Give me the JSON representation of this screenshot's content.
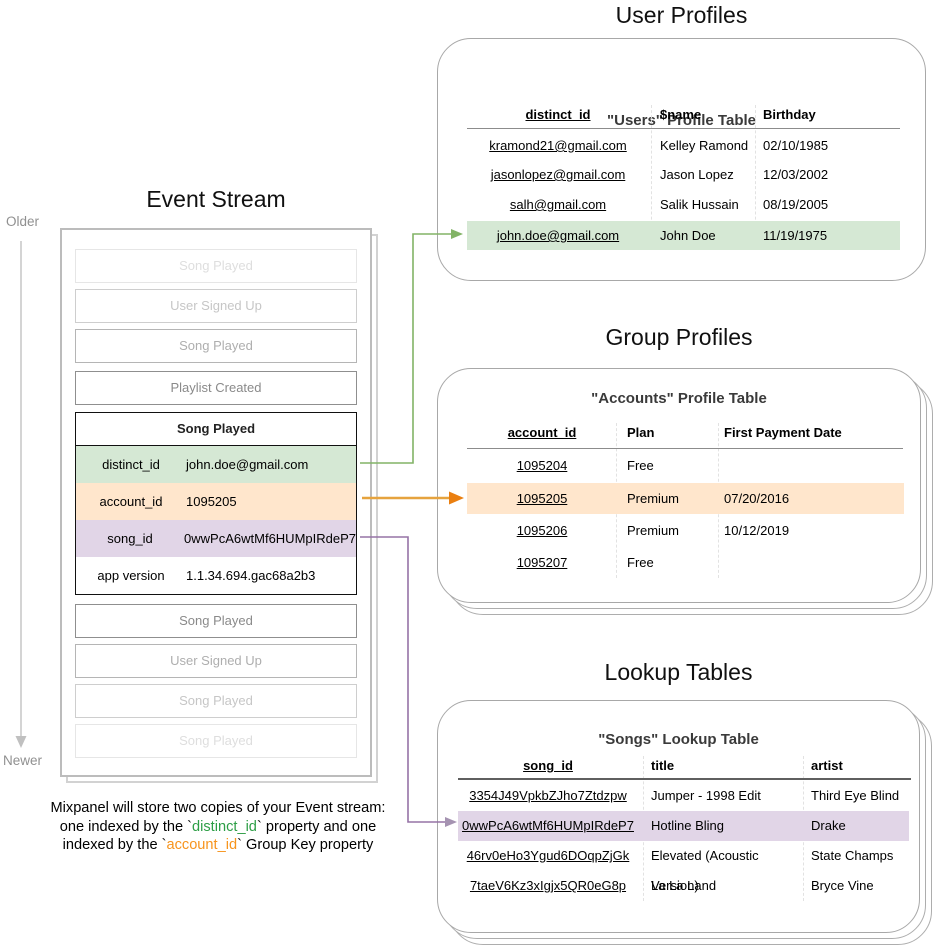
{
  "colors": {
    "green_fill": "#d5e8d4",
    "green_stroke": "#82b366",
    "orange_fill": "#ffe6cc",
    "orange_stroke": "#d79b00",
    "orange_arrowhead": "#ea7f10",
    "purple_fill": "#e1d5e7",
    "purple_stroke": "#9673a6",
    "caption_green": "#2d9e46",
    "caption_orange": "#f7941d"
  },
  "stream": {
    "title": "Event Stream",
    "older_label": "Older",
    "newer_label": "Newer",
    "before": [
      "Song Played",
      "User Signed Up",
      "Song Played",
      "Playlist Created"
    ],
    "expanded": {
      "title": "Song Played",
      "rows": [
        {
          "key": "distinct_id",
          "value": "john.doe@gmail.com",
          "highlight": "green"
        },
        {
          "key": "account_id",
          "value": "1095205",
          "highlight": "orange"
        },
        {
          "key": "song_id",
          "value": "0wwPcA6wtMf6HUMpIRdeP7",
          "highlight": "purple"
        },
        {
          "key": "app version",
          "value": "1.1.34.694.gac68a2b3",
          "highlight": "none"
        }
      ]
    },
    "after": [
      "Song Played",
      "User Signed Up",
      "Song Played",
      "Song Played"
    ],
    "caption": {
      "line1": "Mixpanel will store two copies of your Event stream:",
      "line2_pre": "one indexed by the `",
      "line2_code": "distinct_id",
      "line2_post": "` property and one",
      "line3_pre": "indexed by the `",
      "line3_code": "account_id",
      "line3_post": "` Group Key property"
    }
  },
  "user_profiles": {
    "section_title": "User Profiles",
    "card_title": "\"Users\" Profile Table",
    "columns": [
      "distinct_id",
      "$name",
      "Birthday"
    ],
    "rows": [
      [
        "kramond21@gmail.com",
        "Kelley Ramond",
        "02/10/1985"
      ],
      [
        "jasonlopez@gmail.com",
        "Jason Lopez",
        "12/03/2002"
      ],
      [
        "salh@gmail.com",
        "Salik Hussain",
        "08/19/2005"
      ],
      [
        "john.doe@gmail.com",
        "John Doe",
        "11/19/1975"
      ]
    ],
    "highlighted_row": "john.doe@gmail.com"
  },
  "group_profiles": {
    "section_title": "Group Profiles",
    "card_title": "\"Accounts\" Profile Table",
    "columns": [
      "account_id",
      "Plan",
      "First Payment Date"
    ],
    "rows": [
      [
        "1095204",
        "Free",
        ""
      ],
      [
        "1095205",
        "Premium",
        "07/20/2016"
      ],
      [
        "1095206",
        "Premium",
        "10/12/2019"
      ],
      [
        "1095207",
        "Free",
        ""
      ]
    ],
    "highlighted_row": "1095205"
  },
  "lookup_tables": {
    "section_title": "Lookup Tables",
    "card_title": "\"Songs\" Lookup Table",
    "columns": [
      "song_id",
      "title",
      "artist"
    ],
    "rows": [
      [
        "3354J49VpkbZJho7Ztdzpw",
        "Jumper - 1998 Edit",
        "Third Eye Blind"
      ],
      [
        "0wwPcA6wtMf6HUMpIRdeP7",
        "Hotline Bling",
        "Drake"
      ],
      [
        "46rv0eHo3Ygud6DOqpZjGk",
        "Elevated (Acoustic Version)",
        "State Champs"
      ],
      [
        "7taeV6Kz3xIgjx5QR0eG8p",
        "La La Land",
        "Bryce Vine"
      ]
    ],
    "highlighted_row": "0wwPcA6wtMf6HUMpIRdeP7"
  }
}
